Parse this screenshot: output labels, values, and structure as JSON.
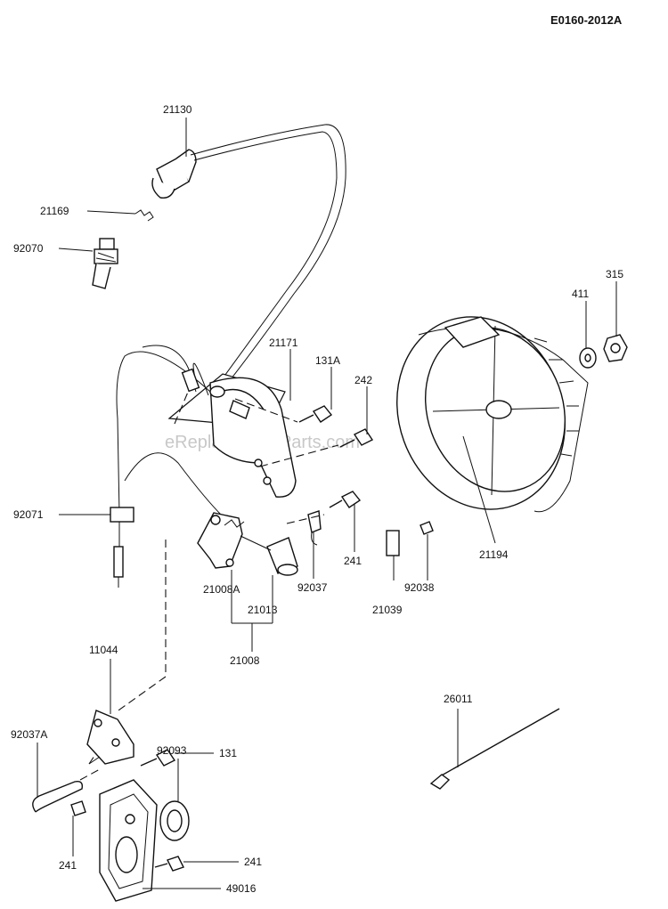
{
  "document": {
    "code": "E0160-2012A",
    "watermark": "eReplacementParts.com"
  },
  "callouts": {
    "p21130": "21130",
    "p21169": "21169",
    "p92070": "92070",
    "p21171": "21171",
    "p131A": "131A",
    "p242": "242",
    "p411": "411",
    "p315": "315",
    "p92071": "92071",
    "p241_right": "241",
    "p92037": "92037",
    "p21008A": "21008A",
    "p21013": "21013",
    "p21008": "21008",
    "p21039": "21039",
    "p92038": "92038",
    "p21194": "21194",
    "p11044": "11044",
    "p131": "131",
    "p92037A": "92037A",
    "p92093": "92093",
    "p241_left": "241",
    "p241_bottom": "241",
    "p49016": "49016",
    "p26011": "26011"
  }
}
